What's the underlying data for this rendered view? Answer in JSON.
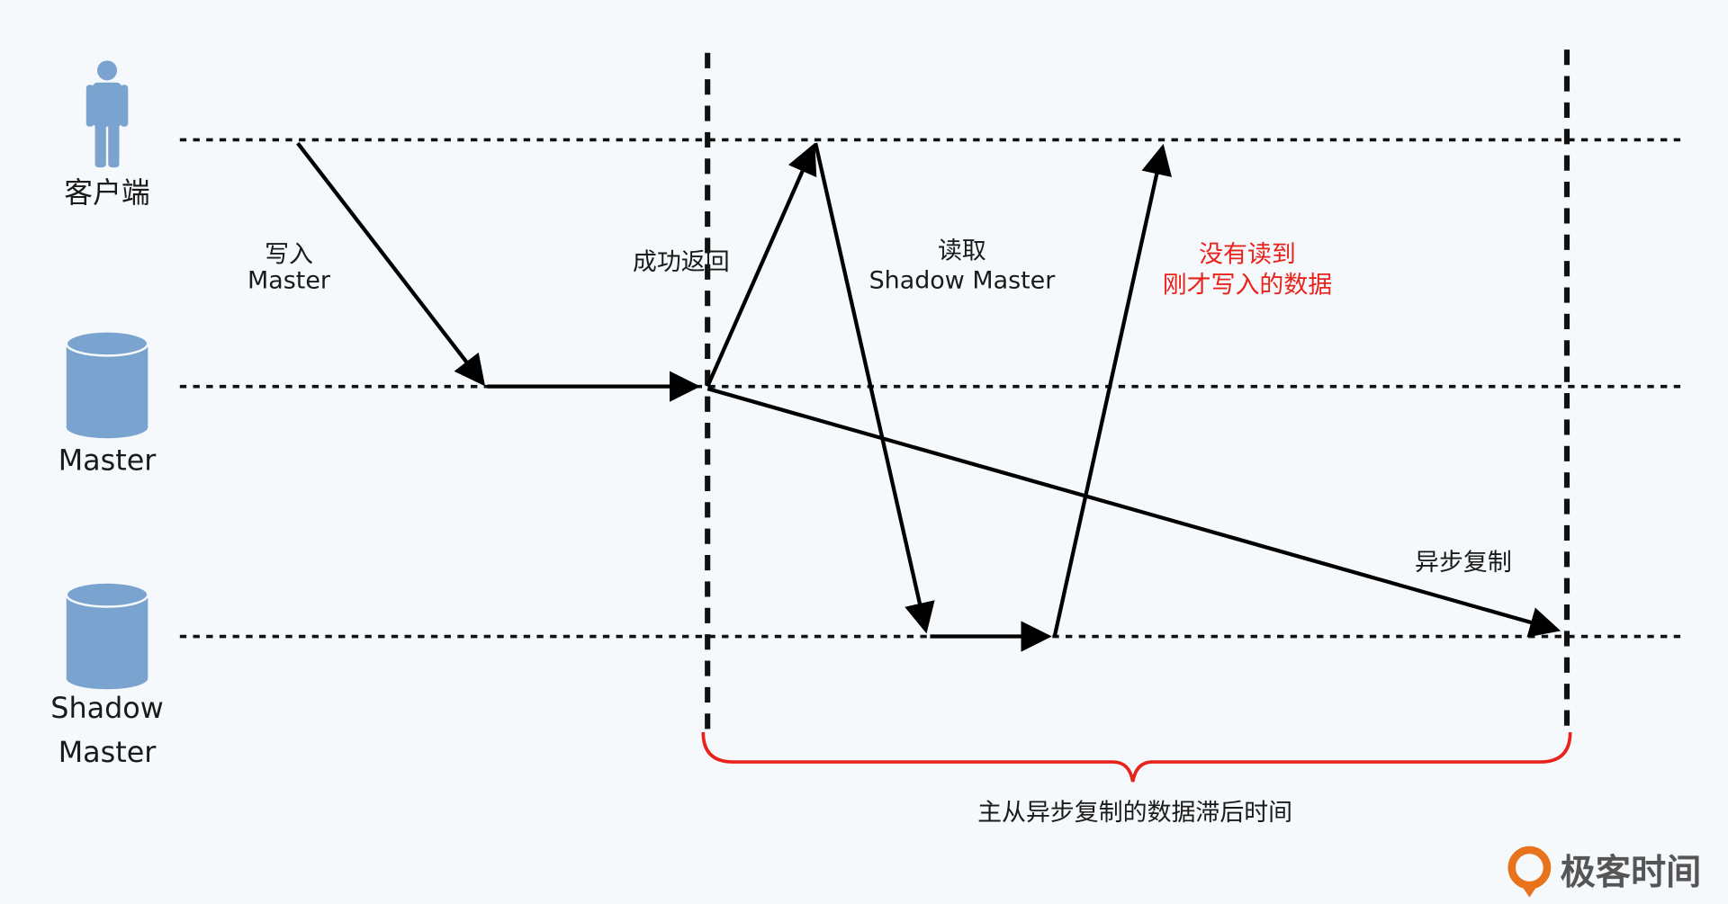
{
  "actors": {
    "client": "客户端",
    "master": "Master",
    "shadow_line1": "Shadow",
    "shadow_line2": "Master"
  },
  "labels": {
    "write_line1": "写入",
    "write_line2": "Master",
    "success_return": "成功返回",
    "read_line1": "读取",
    "read_line2": "Shadow Master",
    "not_read_line1": "没有读到",
    "not_read_line2": "刚才写入的数据",
    "async_replication": "异步复制",
    "lag_time": "主从异步复制的数据滞后时间"
  },
  "logo": {
    "text": "极客时间"
  },
  "colors": {
    "actor": "#7ba3d0",
    "highlight": "#e8231b",
    "logo": "#e8731c"
  }
}
